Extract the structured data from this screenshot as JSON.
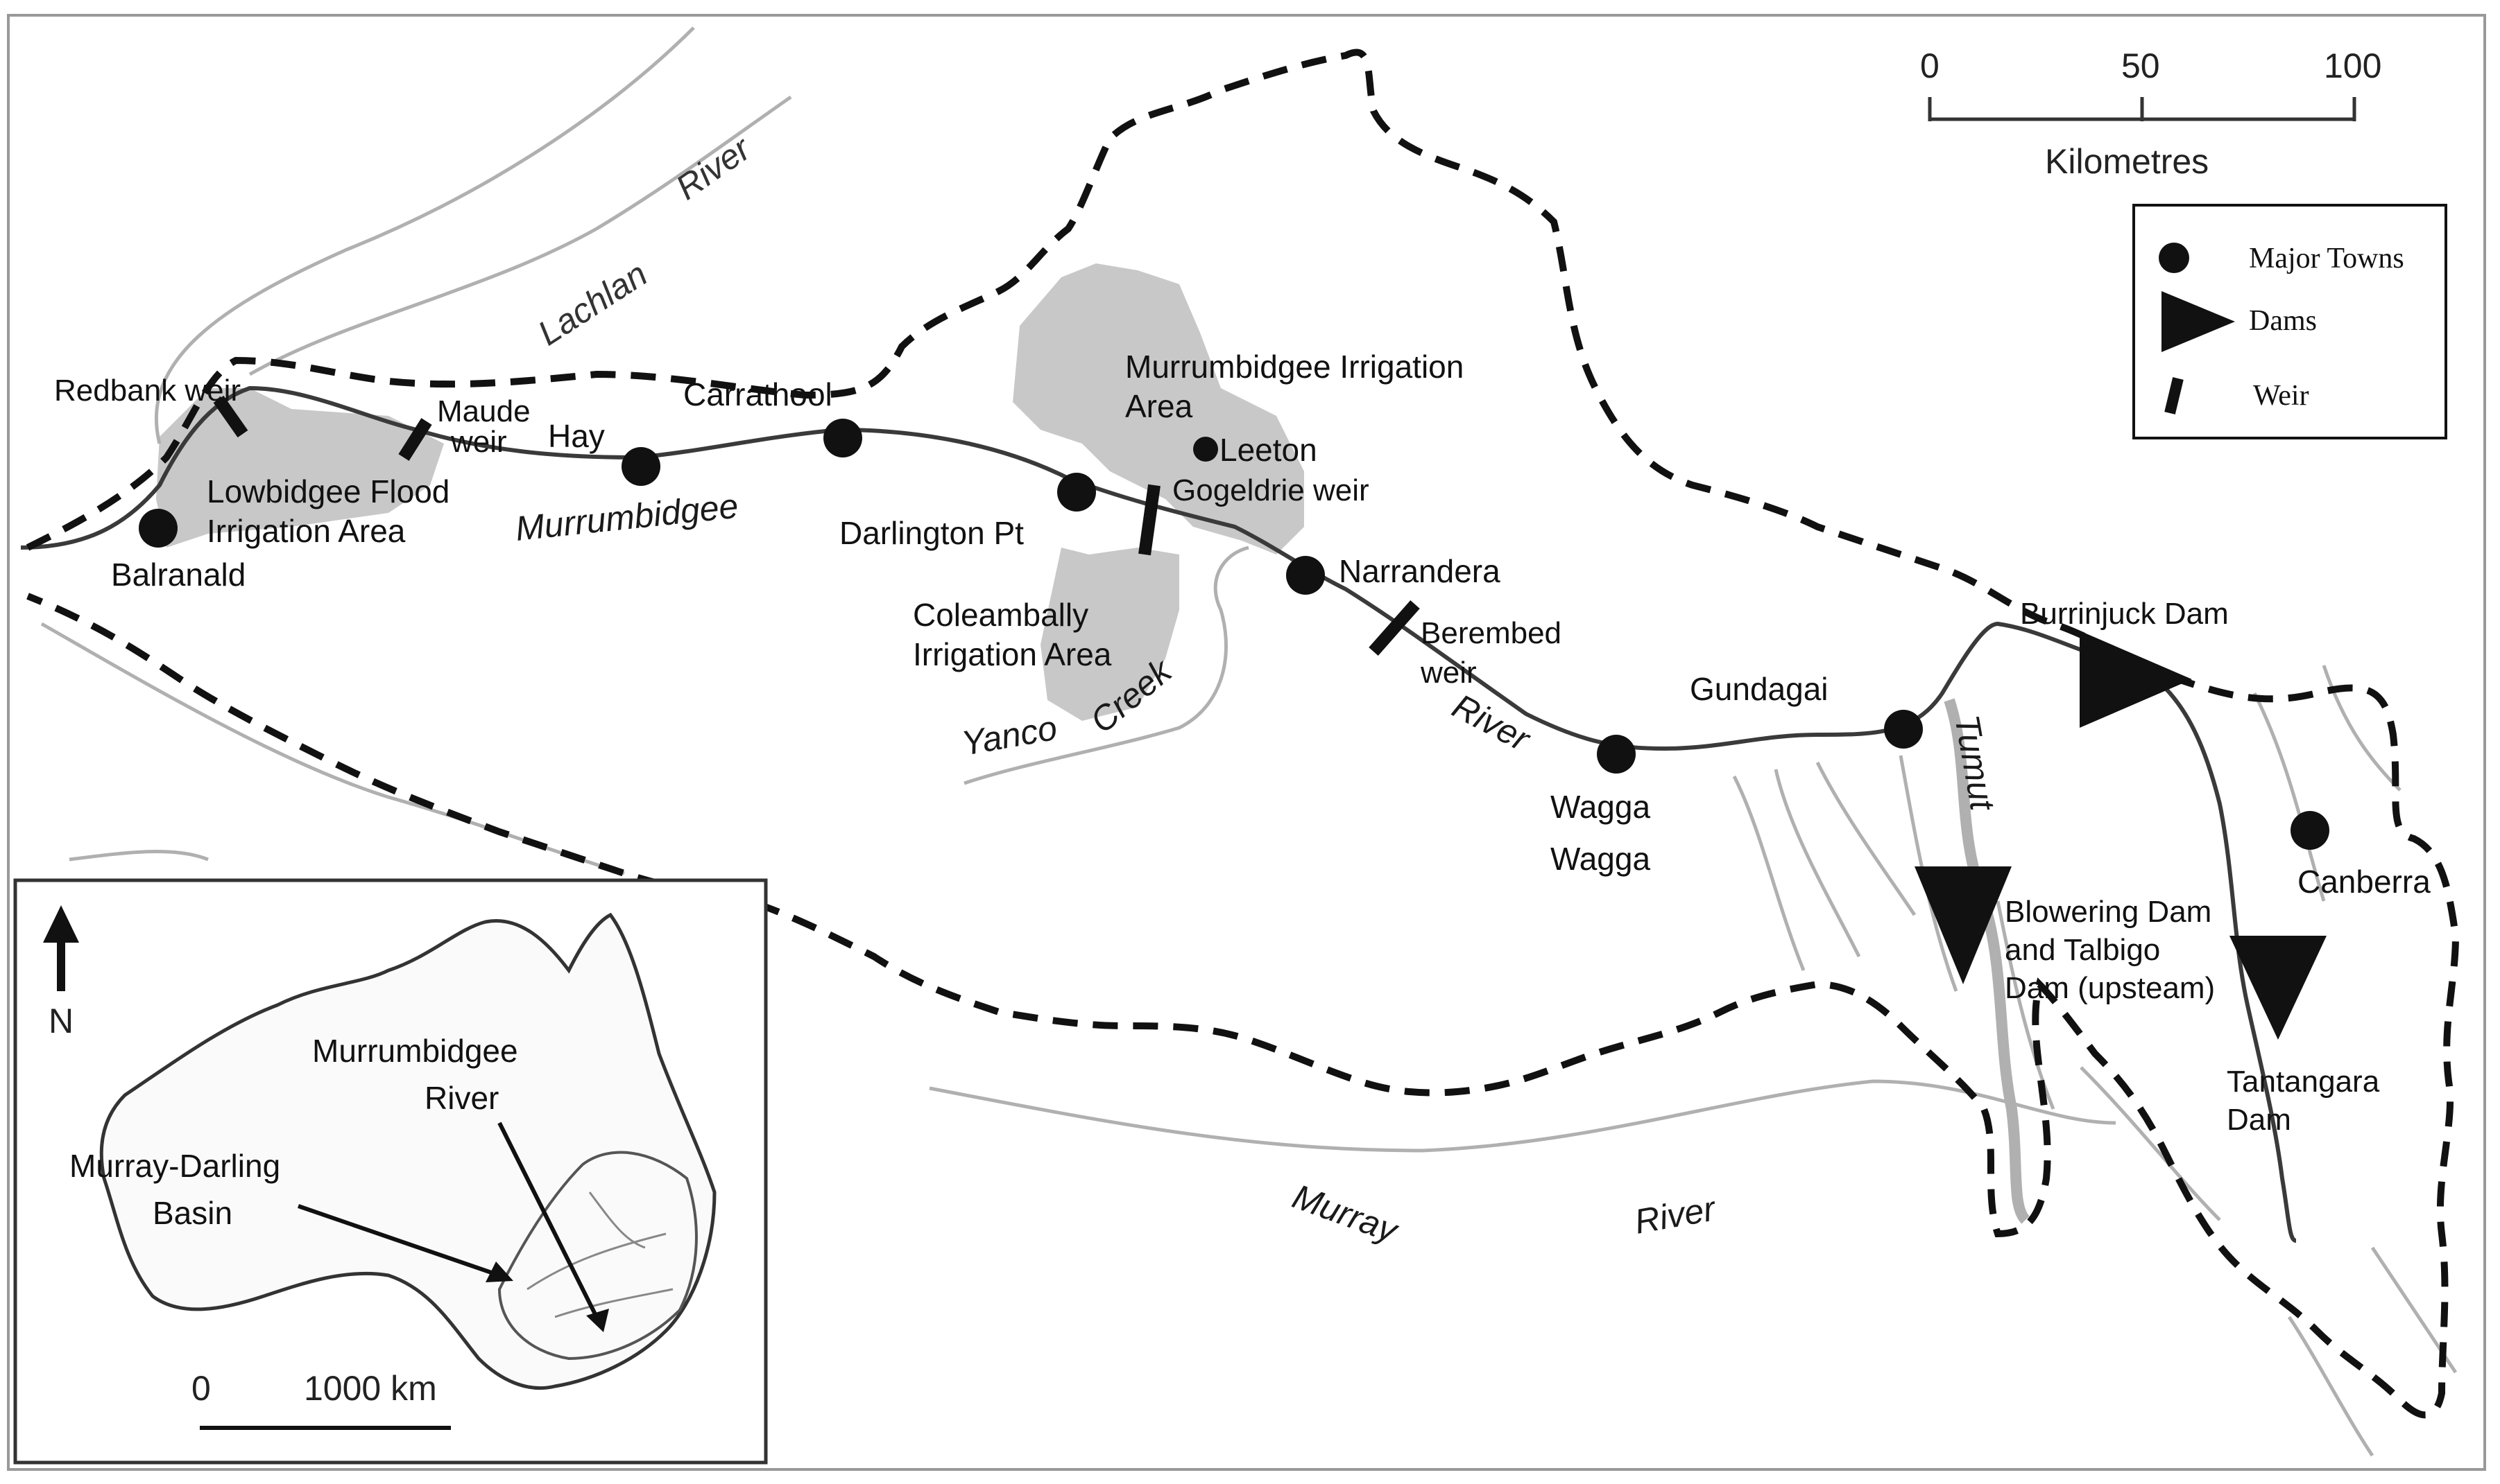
{
  "scale_bar": {
    "ticks": [
      "0",
      "50",
      "100"
    ],
    "unit": "Kilometres"
  },
  "legend": {
    "items": [
      {
        "icon": "circle-icon",
        "label": "Major Towns"
      },
      {
        "icon": "triangle-icon",
        "label": "Dams"
      },
      {
        "icon": "bar-icon",
        "label": "Weir"
      }
    ]
  },
  "towns": [
    "Balranald",
    "Hay",
    "Carrathool",
    "Darlington Pt",
    "Leeton",
    "Narrandera",
    "Wagga",
    "Wagga",
    "Gundagai",
    "Canberra"
  ],
  "weirs": [
    "Redbank weir",
    "Maude",
    "weir",
    "Gogeldrie weir",
    "Berembed",
    "weir"
  ],
  "dams": [
    "Burrinjuck Dam",
    "Blowering Dam",
    "and Talbigo",
    "Dam (upsteam)",
    "Tantangara",
    "Dam"
  ],
  "areas": [
    "Lowbidgee Flood",
    "Irrigation Area",
    "Murrumbidgee Irrigation",
    "Area",
    "Coleambally",
    "Irrigation Area"
  ],
  "rivers": [
    "Lachlan",
    "River",
    "Murrumbidgee",
    "River",
    "Yanco",
    "Creek",
    "Tumut",
    "Murray",
    "River"
  ],
  "inset": {
    "north": "N",
    "labels": [
      "Murrumbidgee",
      "River",
      "Murray-Darling",
      "Basin"
    ],
    "scale": {
      "start": "0",
      "end": "1000 km"
    }
  }
}
